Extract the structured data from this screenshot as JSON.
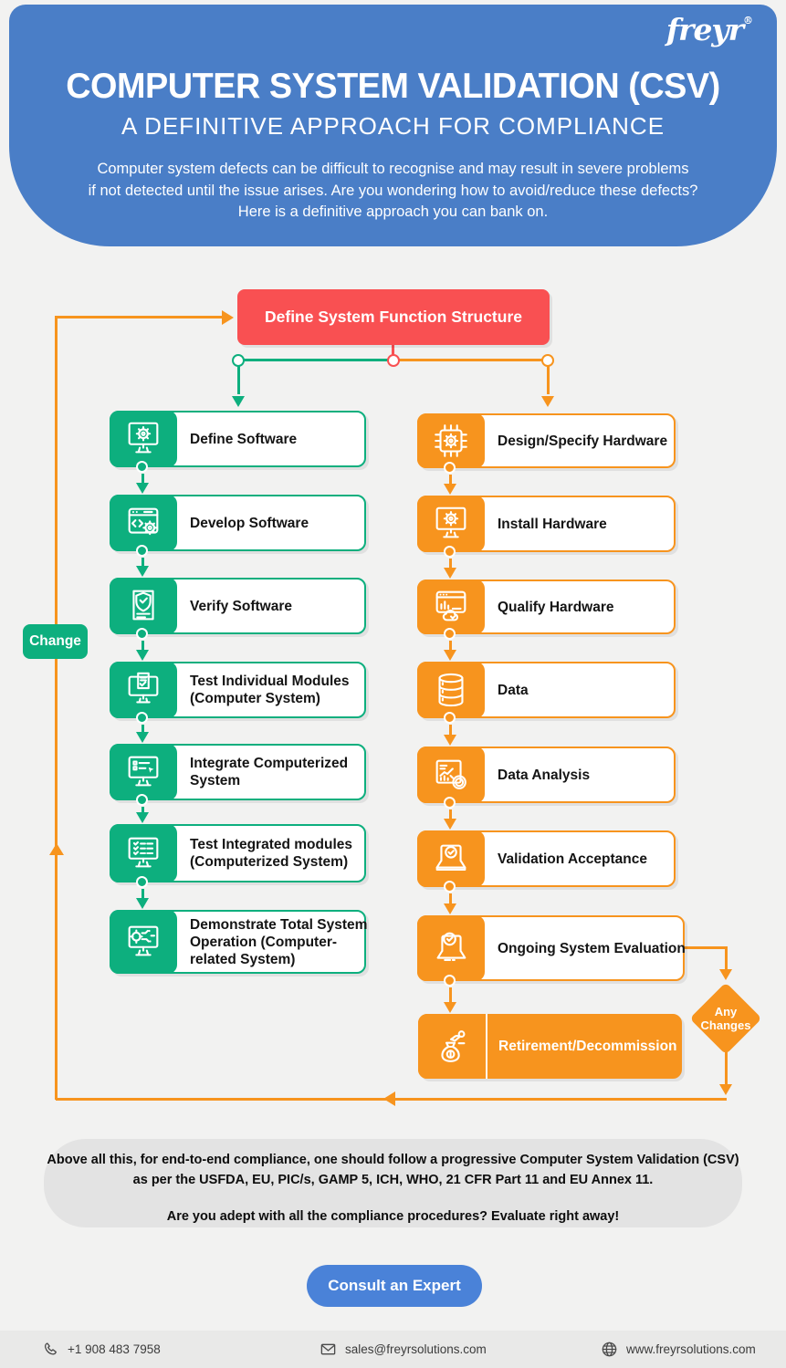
{
  "colors": {
    "header_blue": "#4a7ec7",
    "accent_red": "#f95052",
    "software_green": "#0daf7e",
    "hardware_orange": "#f7941e",
    "button_blue": "#4a82d8",
    "page_bg": "#f2f2f1"
  },
  "header": {
    "logo_text": "freyr",
    "logo_reg": "®",
    "title": "COMPUTER SYSTEM VALIDATION (CSV)",
    "subtitle": "A DEFINITIVE APPROACH FOR COMPLIANCE",
    "intro_lines": [
      "Computer system defects can be difficult to recognise and may result in severe problems",
      "if not detected until the issue arises. Are you wondering how to avoid/reduce these defects?",
      "Here is a definitive approach you can bank on."
    ]
  },
  "flow": {
    "root_label": "Define System Function Structure",
    "change_label": "Change",
    "any_changes_lines": [
      "Any",
      "Changes"
    ],
    "software_steps": [
      {
        "icon": "monitor-gear",
        "lines": [
          "Define Software"
        ]
      },
      {
        "icon": "browser-code-gear",
        "lines": [
          "Develop Software"
        ]
      },
      {
        "icon": "document-shield-check",
        "lines": [
          "Verify Software"
        ]
      },
      {
        "icon": "monitor-document-check",
        "lines": [
          "Test Individual Modules",
          "(Computer System)"
        ]
      },
      {
        "icon": "monitor-integrate-list",
        "lines": [
          "Integrate Computerized",
          "System"
        ]
      },
      {
        "icon": "monitor-checklist",
        "lines": [
          "Test Integrated modules",
          "(Computerized System)"
        ]
      },
      {
        "icon": "monitor-circuit-gear",
        "lines": [
          "Demonstrate Total System",
          "Operation (Computer-",
          "related System)"
        ]
      }
    ],
    "hardware_steps": [
      {
        "icon": "chip-gear",
        "lines": [
          "Design/Specify Hardware"
        ]
      },
      {
        "icon": "monitor-gear",
        "lines": [
          "Install Hardware"
        ]
      },
      {
        "icon": "browser-chart-cloud",
        "lines": [
          "Qualify Hardware"
        ]
      },
      {
        "icon": "database",
        "lines": [
          "Data"
        ]
      },
      {
        "icon": "chart-magnifier",
        "lines": [
          "Data Analysis"
        ]
      },
      {
        "icon": "laptop-check",
        "lines": [
          "Validation Acceptance"
        ]
      },
      {
        "icon": "laptop-clock-check",
        "lines": [
          "Ongoing System Evaluation"
        ]
      },
      {
        "icon": "moneybag-hand",
        "lines": [
          "Retirement/Decommission"
        ],
        "solid": true
      }
    ]
  },
  "summary": {
    "lines": [
      "Above all this, for end-to-end compliance, one should follow a progressive Computer System Validation (CSV)",
      "as per the USFDA, EU, PIC/s, GAMP 5, ICH, WHO, 21 CFR Part 11 and EU Annex 11.",
      "Are you adept with all the compliance procedures? Evaluate right away!"
    ],
    "cta_label": "Consult an Expert"
  },
  "footer": {
    "phone": "+1 908 483 7958",
    "email": "sales@freyrsolutions.com",
    "website": "www.freyrsolutions.com"
  }
}
